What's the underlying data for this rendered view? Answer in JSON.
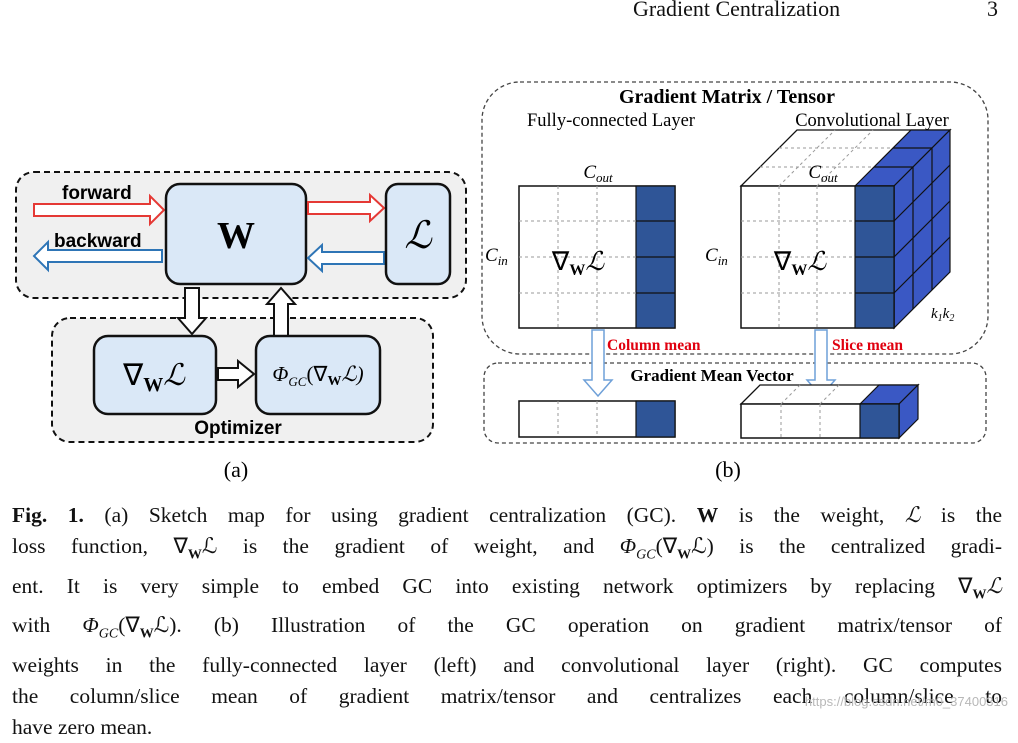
{
  "header": {
    "running_title": "Gradient Centralization",
    "page_number": "3"
  },
  "figure": {
    "panel_a": {
      "forward": "forward",
      "backward": "backward",
      "weight": "W",
      "loss": "ℒ",
      "grad": "∇",
      "grad_sub": "W",
      "grad_loss": "ℒ",
      "phi": "Φ",
      "phi_sub": "GC",
      "phi_open": "(∇",
      "phi_w": "W",
      "phi_close": "ℒ)",
      "optimizer": "Optimizer",
      "sublabel": "(a)"
    },
    "panel_b": {
      "title": "Gradient Matrix / Tensor",
      "fc_label": "Fully-connected Layer",
      "conv_label": "Convolutional Layer",
      "c_out": "C",
      "c_out_sub": "out",
      "c_in": "C",
      "c_in_sub": "in",
      "grad": "∇",
      "grad_sub": "W",
      "grad_loss": "ℒ",
      "k1": "k",
      "k1_sub": "1",
      "k2": "k",
      "k2_sub": "2",
      "column_mean": "Column mean",
      "slice_mean": "Slice mean",
      "mean_vector": "Gradient Mean Vector",
      "sublabel": "(b)"
    },
    "colors": {
      "accent_blue": "#2f5597",
      "cube_blue": "#3a58c4",
      "red_arrow": "#e53935",
      "blue_arrow": "#2e75b6",
      "box_fill": "#dae8f7",
      "red_label": "#e0000f"
    }
  },
  "caption": {
    "fig_label": "Fig. 1.",
    "l1a": "(a) Sketch map for using gradient centralization (GC).",
    "l1_w": "W",
    "l1b": "is the weight,",
    "l1_L": "ℒ",
    "l1c": "is the",
    "l2a": "loss function, ∇",
    "l2_w": "W",
    "l2b": "ℒ is the gradient of weight, and",
    "l2_phi": "Φ",
    "l2_gc": "GC",
    "l2c": "(∇",
    "l2_w2": "W",
    "l2d": "ℒ) is the centralized gradi-",
    "l3a": "ent. It is very simple to embed GC into existing network optimizers by replacing ∇",
    "l3_w": "W",
    "l3b": "ℒ",
    "l4a": "with",
    "l4_phi": "Φ",
    "l4_gc": "GC",
    "l4b": "(∇",
    "l4_w": "W",
    "l4c": "ℒ). (b) Illustration of the GC operation on gradient matrix/tensor of",
    "l5": "weights in the fully-connected layer (left) and convolutional layer (right). GC computes",
    "l6": "the column/slice mean of gradient matrix/tensor and centralizes each column/slice to",
    "l7": "have zero mean."
  },
  "watermark": "https://blog.csdn.net/m0_37400316"
}
